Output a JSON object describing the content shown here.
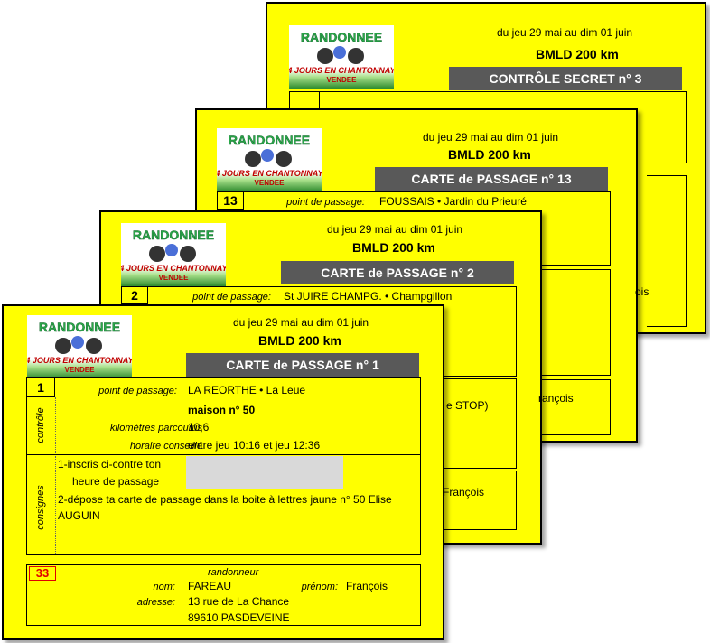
{
  "brand": {
    "logo_alt": "RANDONNEE 4 JOURS EN CHANTONNAY VENDEE"
  },
  "event": {
    "dates": "du jeu 29 mai au dim 01 juin",
    "name": "BMLD 200 km"
  },
  "card4": {
    "title": "CONTRÔLE SECRET n° 3"
  },
  "card3": {
    "title": "CARTE de PASSAGE n° 13",
    "number": "13",
    "label_point": "point de passage:",
    "point": "FOUSSAIS • Jardin du Prieuré",
    "partial_name": "ois"
  },
  "card2": {
    "title": "CARTE de PASSAGE n° 2",
    "number": "2",
    "label_point": "point de passage:",
    "point": "St JUIRE CHAMPG. • Champgillon",
    "partial_stop": "e STOP)",
    "partial_first": "rançois",
    "partial_first2": "François"
  },
  "card1": {
    "title": "CARTE de PASSAGE n° 1",
    "number": "1",
    "controle_label": "contrôle",
    "consignes_label": "consignes",
    "label_point": "point de passage:",
    "point": "LA REORTHE • La Leue",
    "house": "maison n° 50",
    "label_km": "kilomètres parcourus",
    "km": "10,6",
    "label_hours": "horaire conseillé",
    "hours": "entre jeu 10:16 et jeu 12:36",
    "instr1a": "1-inscris ci-contre ton",
    "instr1b": "heure de passage",
    "instr2a": "2-dépose ta carte de passage dans la boite à lettres jaune n° 50 Elise",
    "instr2b": "AUGUIN",
    "rider_number": "33",
    "rider_label": "randonneur",
    "label_nom": "nom:",
    "nom": "FAREAU",
    "label_prenom": "prénom:",
    "prenom": "François",
    "label_adresse": "adresse:",
    "address1": "13 rue de La Chance",
    "address2": "89610 PASDEVEINE"
  }
}
